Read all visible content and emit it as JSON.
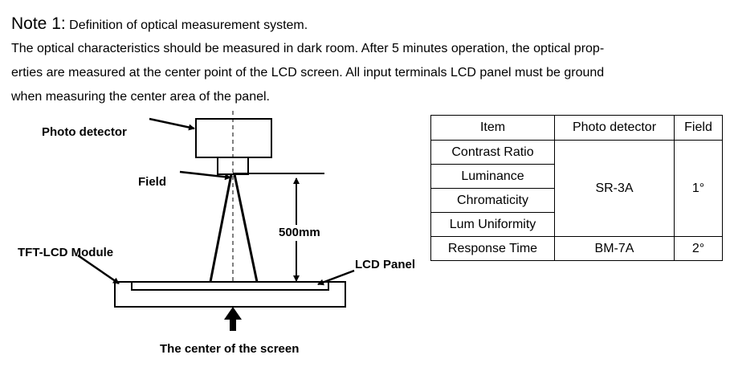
{
  "note": {
    "title": "Note 1:",
    "subtitle": "Definition of optical measurement system.",
    "lines": [
      "The optical characteristics should be measured in dark room. After 5 minutes operation, the optical prop-",
      "erties are measured at the center point of the LCD screen. All input terminals LCD panel must be ground",
      "when measuring the center area of the panel."
    ]
  },
  "diagram": {
    "photo_detector": "Photo detector",
    "field": "Field",
    "distance": "500mm",
    "module": "TFT-LCD Module",
    "panel": "LCD Panel",
    "center": "The center of the screen"
  },
  "table": {
    "headers": [
      "Item",
      "Photo detector",
      "Field"
    ],
    "items": [
      "Contrast Ratio",
      "Luminance",
      "Chromaticity",
      "Lum Uniformity",
      "Response Time"
    ],
    "group1": {
      "detector": "SR-3A",
      "field": "1°"
    },
    "group2": {
      "detector": "BM-7A",
      "field": "2°"
    }
  }
}
